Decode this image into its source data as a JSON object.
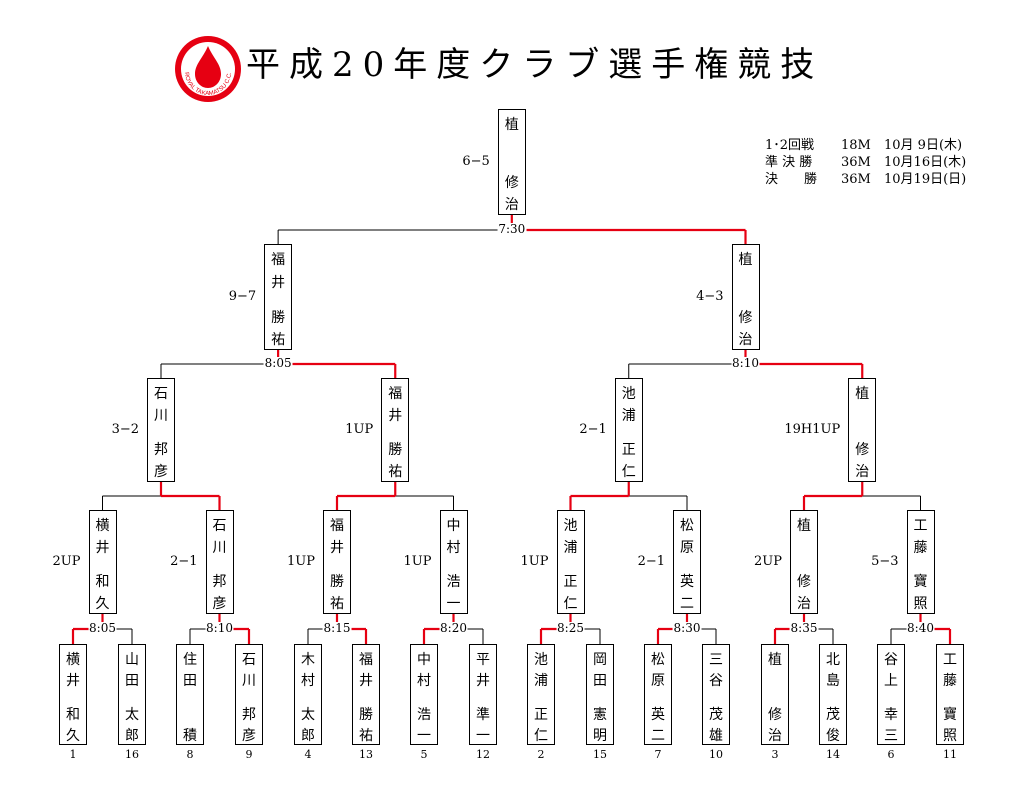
{
  "title": "平成20年度クラブ選手権競技",
  "logo": {
    "text": "ROYAL TAKAMATSU C.C.",
    "icon": "red-drop-logo",
    "color": "#e60012"
  },
  "win_color": "#e60012",
  "schedule": [
    [
      "1･2回戦",
      "18M",
      "10月 9日(木)"
    ],
    [
      "準 決 勝",
      "36M",
      "10月16日(木)"
    ],
    [
      "決　　勝",
      "36M",
      "10月19日(日)"
    ]
  ],
  "players": [
    {
      "seed": "1",
      "name": [
        "横",
        "井",
        "和",
        "久"
      ]
    },
    {
      "seed": "16",
      "name": [
        "山",
        "田",
        "太",
        "郎"
      ]
    },
    {
      "seed": "8",
      "name": [
        "住",
        "田",
        "",
        "積"
      ]
    },
    {
      "seed": "9",
      "name": [
        "石",
        "川",
        "邦",
        "彦"
      ]
    },
    {
      "seed": "4",
      "name": [
        "木",
        "村",
        "太",
        "郎"
      ]
    },
    {
      "seed": "13",
      "name": [
        "福",
        "井",
        "勝",
        "祐"
      ]
    },
    {
      "seed": "5",
      "name": [
        "中",
        "村",
        "浩",
        "一"
      ]
    },
    {
      "seed": "12",
      "name": [
        "平",
        "井",
        "準",
        "一"
      ]
    },
    {
      "seed": "2",
      "name": [
        "池",
        "浦",
        "正",
        "仁"
      ]
    },
    {
      "seed": "15",
      "name": [
        "岡",
        "田",
        "憲",
        "明"
      ]
    },
    {
      "seed": "7",
      "name": [
        "松",
        "原",
        "英",
        "二"
      ]
    },
    {
      "seed": "10",
      "name": [
        "三",
        "谷",
        "茂",
        "雄"
      ]
    },
    {
      "seed": "3",
      "name": [
        "植",
        "",
        "修",
        "治"
      ]
    },
    {
      "seed": "14",
      "name": [
        "北",
        "島",
        "茂",
        "俊"
      ]
    },
    {
      "seed": "6",
      "name": [
        "谷",
        "上",
        "幸",
        "三"
      ]
    },
    {
      "seed": "11",
      "name": [
        "工",
        "藤",
        "寶",
        "照"
      ]
    }
  ],
  "rounds": [
    [
      {
        "time": "8:05",
        "winner": 0,
        "score": "2UP",
        "name": [
          "横",
          "井",
          "和",
          "久"
        ]
      },
      {
        "time": "8:10",
        "winner": 1,
        "score": "2−1",
        "name": [
          "石",
          "川",
          "邦",
          "彦"
        ]
      },
      {
        "time": "8:15",
        "winner": 1,
        "score": "1UP",
        "name": [
          "福",
          "井",
          "勝",
          "祐"
        ]
      },
      {
        "time": "8:20",
        "winner": 0,
        "score": "1UP",
        "name": [
          "中",
          "村",
          "浩",
          "一"
        ]
      },
      {
        "time": "8:25",
        "winner": 0,
        "score": "1UP",
        "name": [
          "池",
          "浦",
          "正",
          "仁"
        ]
      },
      {
        "time": "8:30",
        "winner": 0,
        "score": "2−1",
        "name": [
          "松",
          "原",
          "英",
          "二"
        ]
      },
      {
        "time": "8:35",
        "winner": 0,
        "score": "2UP",
        "name": [
          "植",
          "",
          "修",
          "治"
        ]
      },
      {
        "time": "8:40",
        "winner": 1,
        "score": "5−3",
        "name": [
          "工",
          "藤",
          "寶",
          "照"
        ]
      }
    ],
    [
      {
        "time": "",
        "winner": 1,
        "score": "3−2",
        "name": [
          "石",
          "川",
          "邦",
          "彦"
        ]
      },
      {
        "time": "",
        "winner": 0,
        "score": "1UP",
        "name": [
          "福",
          "井",
          "勝",
          "祐"
        ]
      },
      {
        "time": "",
        "winner": 0,
        "score": "2−1",
        "name": [
          "池",
          "浦",
          "正",
          "仁"
        ]
      },
      {
        "time": "",
        "winner": 0,
        "score": "19H1UP",
        "name": [
          "植",
          "",
          "修",
          "治"
        ]
      }
    ],
    [
      {
        "time": "8:05",
        "winner": 1,
        "score": "9−7",
        "name": [
          "福",
          "井",
          "勝",
          "祐"
        ]
      },
      {
        "time": "8:10",
        "winner": 1,
        "score": "4−3",
        "name": [
          "植",
          "",
          "修",
          "治"
        ]
      }
    ],
    [
      {
        "time": "7:30",
        "winner": 1,
        "score": "6−5",
        "name": [
          "植",
          "",
          "修",
          "治"
        ]
      }
    ]
  ]
}
